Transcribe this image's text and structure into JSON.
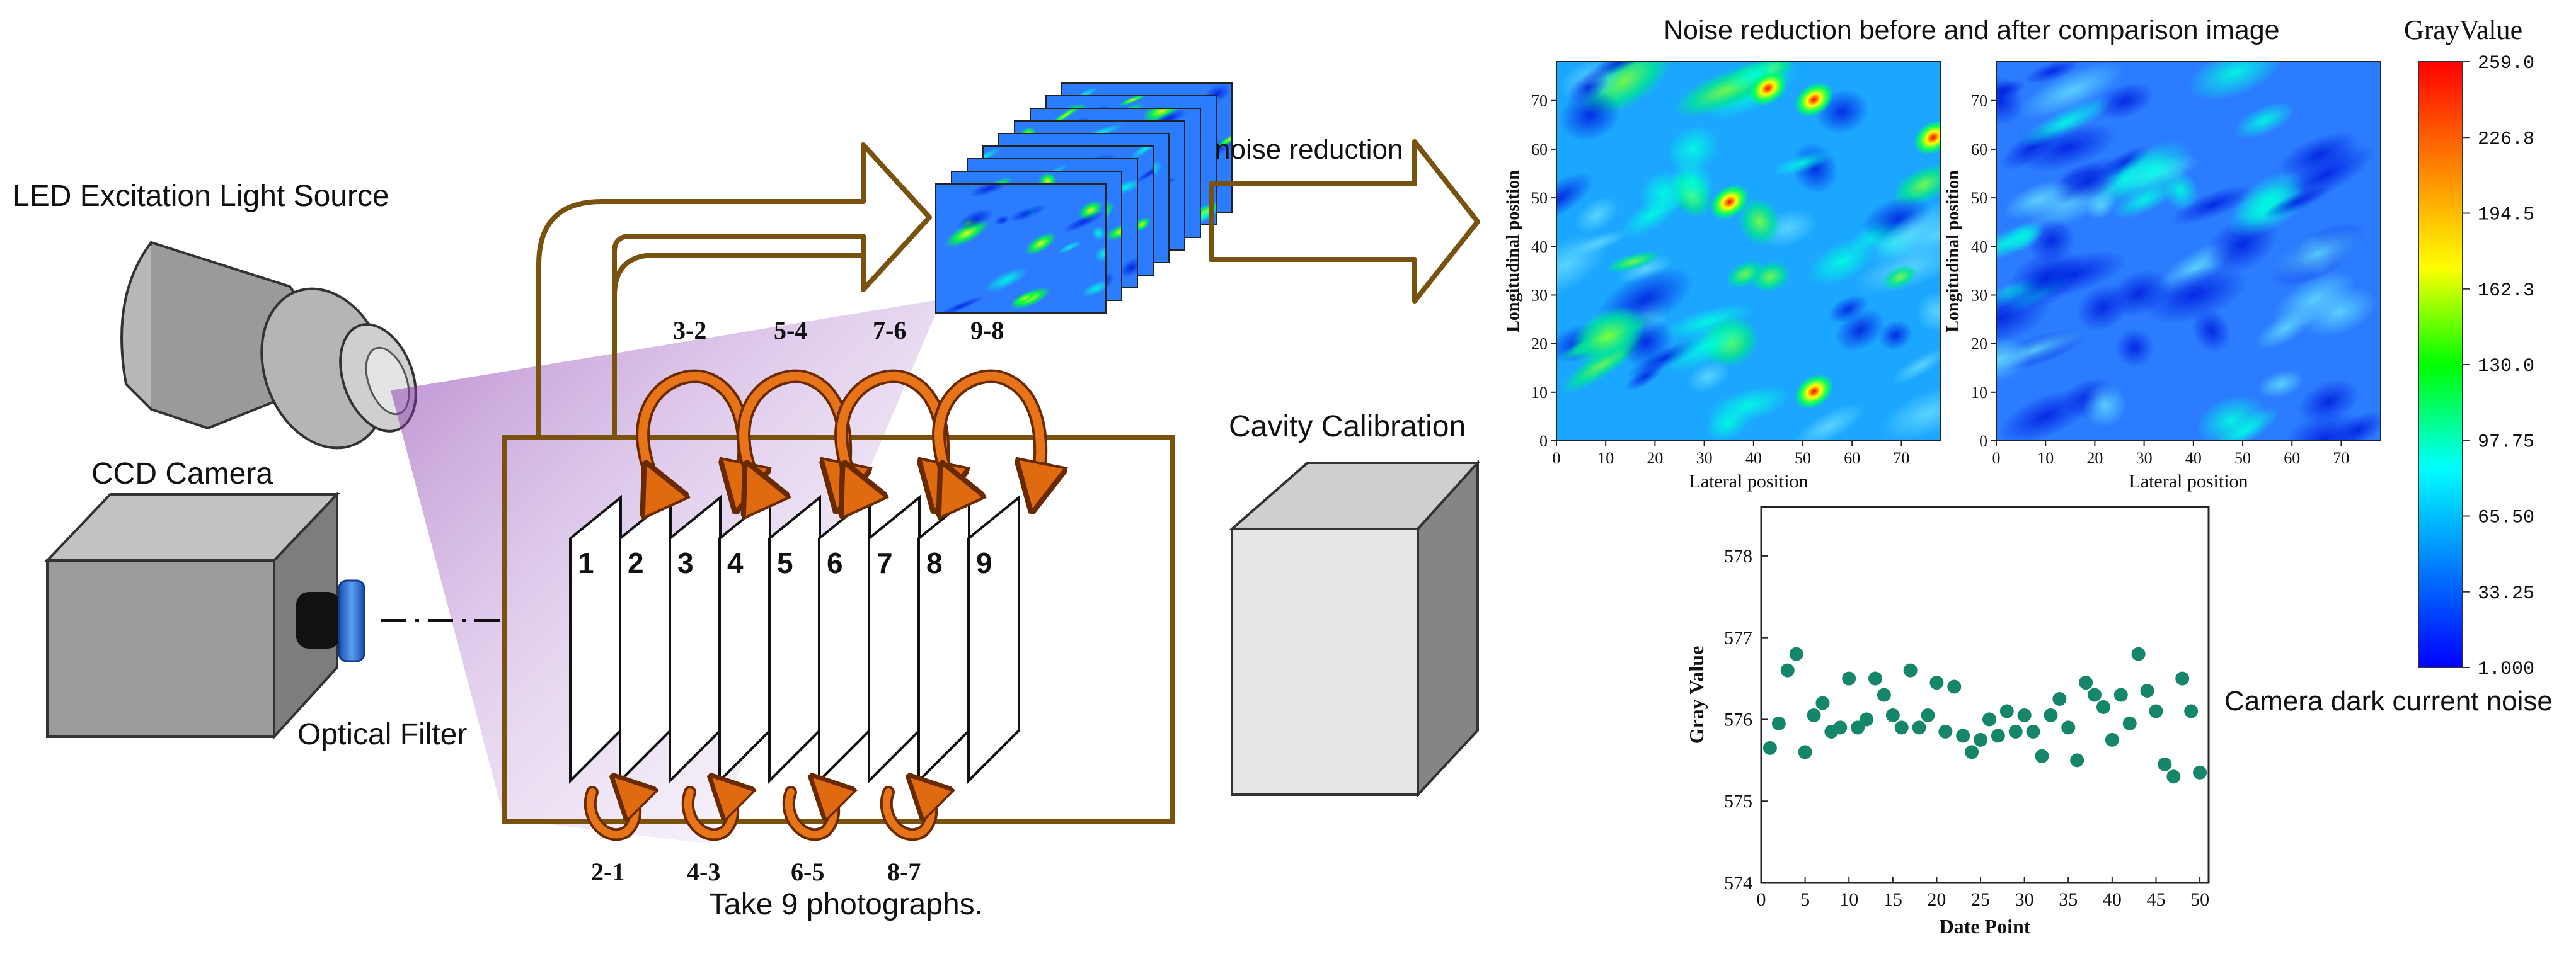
{
  "labels": {
    "led_source": "LED Excitation Light Source",
    "ccd_camera": "CCD Camera",
    "optical_filter": "Optical Filter",
    "take_photos": "Take 9 photographs.",
    "noise_reduction": "noise reduction",
    "cavity_calibration": "Cavity Calibration",
    "comparison_title": "Noise reduction before and after comparison image",
    "dark_current": "Camera dark current noise",
    "gray_value_title": "GrayValue"
  },
  "frames": [
    "1",
    "2",
    "3",
    "4",
    "5",
    "6",
    "7",
    "8",
    "9"
  ],
  "top_pairs": [
    "3-2",
    "5-4",
    "7-6",
    "9-8"
  ],
  "bottom_pairs": [
    "2-1",
    "4-3",
    "6-5",
    "8-7"
  ],
  "heatmaps": {
    "x_label": "Lateral position",
    "y_label": "Longitudinal position",
    "x_ticks": [
      "0",
      "10",
      "20",
      "30",
      "40",
      "50",
      "60",
      "70"
    ],
    "y_ticks": [
      "0",
      "10",
      "20",
      "30",
      "40",
      "50",
      "60",
      "70"
    ]
  },
  "colorbar": {
    "ticks": [
      "259.0",
      "226.8",
      "194.5",
      "162.3",
      "130.0",
      "97.75",
      "65.50",
      "33.25",
      "1.000"
    ],
    "colors": [
      "#ff0000",
      "#ff8000",
      "#ffff00",
      "#00ff00",
      "#00ffff",
      "#0080ff",
      "#0000ff"
    ]
  },
  "chart_data": {
    "type": "scatter",
    "xlabel": "Date Point",
    "ylabel": "Gray Value",
    "xlim": [
      0,
      51
    ],
    "ylim": [
      574,
      578.6
    ],
    "x_ticks": [
      "0",
      "5",
      "10",
      "15",
      "20",
      "25",
      "30",
      "35",
      "40",
      "45",
      "50"
    ],
    "y_ticks": [
      "574",
      "575",
      "576",
      "577",
      "578"
    ],
    "color": "#16866a",
    "x": [
      1,
      2,
      3,
      4,
      5,
      6,
      7,
      8,
      9,
      10,
      11,
      12,
      13,
      14,
      15,
      16,
      17,
      18,
      19,
      20,
      21,
      22,
      23,
      24,
      25,
      26,
      27,
      28,
      29,
      30,
      31,
      32,
      33,
      34,
      35,
      36,
      37,
      38,
      39,
      40,
      41,
      42,
      43,
      44,
      45,
      46,
      47,
      48,
      49,
      50
    ],
    "y": [
      575.65,
      575.95,
      576.6,
      576.8,
      575.6,
      576.05,
      576.2,
      575.85,
      575.9,
      576.5,
      575.9,
      576.0,
      576.5,
      576.3,
      576.05,
      575.9,
      576.6,
      575.9,
      576.05,
      576.45,
      575.85,
      576.4,
      575.8,
      575.6,
      575.75,
      576.0,
      575.8,
      576.1,
      575.85,
      576.05,
      575.85,
      575.55,
      576.05,
      576.25,
      575.9,
      575.5,
      576.45,
      576.3,
      576.15,
      575.75,
      576.3,
      575.95,
      576.8,
      576.35,
      576.1,
      575.45,
      575.3,
      576.5,
      576.1,
      575.35
    ]
  }
}
